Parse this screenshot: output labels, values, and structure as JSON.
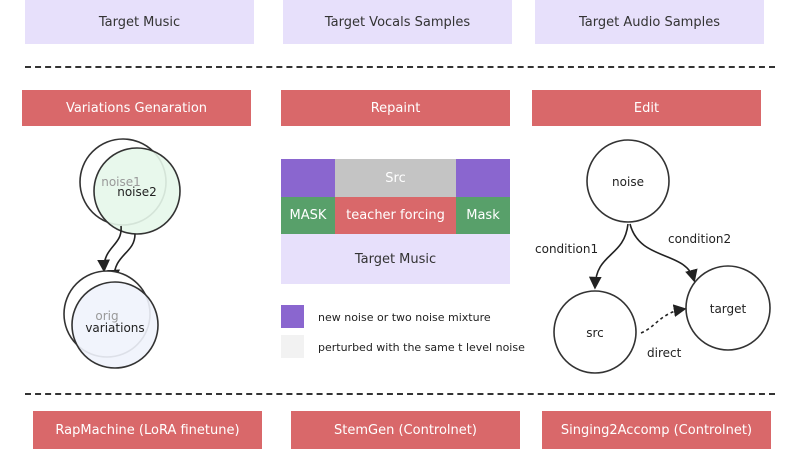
{
  "top_row": {
    "target_music": "Target Music",
    "target_vocals": "Target Vocals Samples",
    "target_audio": "Target Audio Samples"
  },
  "sections": {
    "variations": {
      "title": "Variations Genaration",
      "noise1": "noise1",
      "noise2": "noise2",
      "orig": "orig",
      "variations": "variations"
    },
    "repaint": {
      "title": "Repaint",
      "src": "Src",
      "mask_left": "MASK",
      "teacher_forcing": "teacher forcing",
      "mask_right": "Mask",
      "target_music": "Target Music",
      "legend": [
        {
          "color": "#8a66cf",
          "label": "new noise or two noise mixture"
        },
        {
          "color": "#f2f2f2",
          "label": "perturbed with the same t level noise"
        }
      ]
    },
    "edit": {
      "title": "Edit",
      "noise": "noise",
      "src": "src",
      "target": "target",
      "condition1": "condition1",
      "condition2": "condition2",
      "direct": "direct"
    }
  },
  "bottom_row": {
    "rapmachine": "RapMachine (LoRA finetune)",
    "stemgen": "StemGen (Controlnet)",
    "singing2accomp": "Singing2Accomp (Controlnet)"
  },
  "colors": {
    "header_red": "#d9686a",
    "lavender": "#e7e0fb",
    "purple": "#8a66cf",
    "gray": "#c4c4c4",
    "green": "#58a06a",
    "light_green": "#e6f7ea",
    "light_blue": "#f0f3fc"
  }
}
